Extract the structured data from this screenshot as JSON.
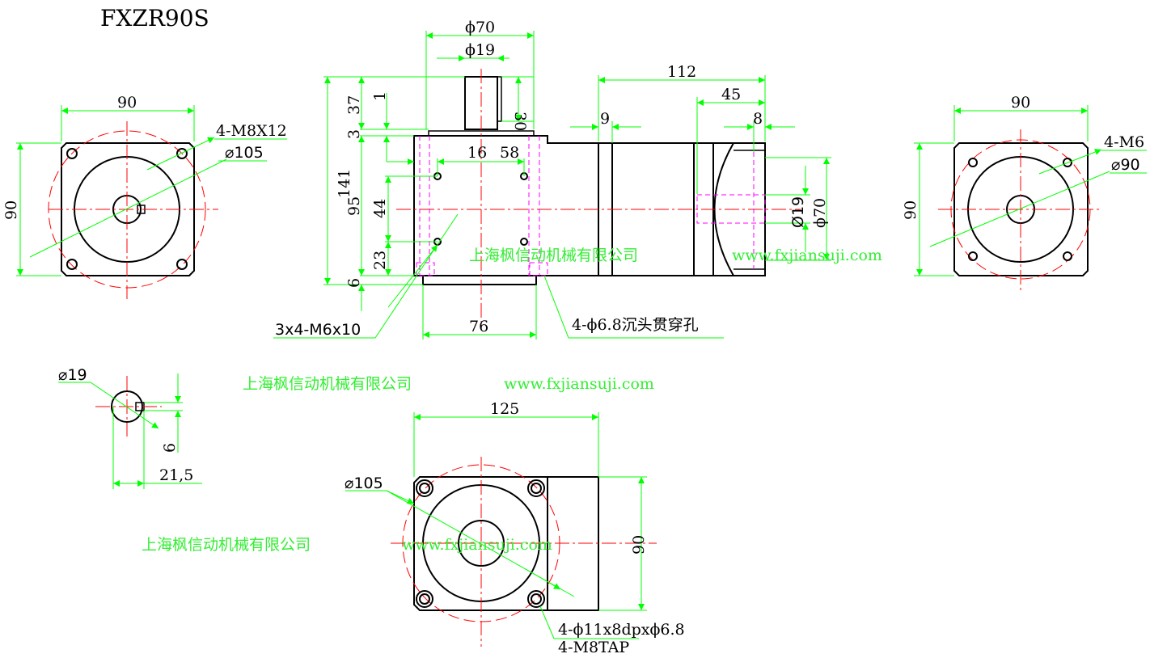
{
  "title": "FXZR90S",
  "watermark": {
    "company": "上海枫信动机械有限公司",
    "url": "www.fxjiansuji.com"
  },
  "left_view": {
    "width": "90",
    "height": "90",
    "thread": "4-M8X12",
    "pcd": "⌀105"
  },
  "front_view": {
    "d70": "ϕ70",
    "d19": "ϕ19",
    "d112": "112",
    "d45": "45",
    "d9": "9",
    "d8": "8",
    "d141": "141",
    "d37": "37",
    "d3": "3",
    "d95": "95",
    "d6": "6",
    "d1": "1",
    "d30": "30",
    "d44": "44",
    "d23": "23",
    "d16": "16",
    "d58": "58",
    "bore19": "Ø19",
    "bore70": "ϕ70",
    "d76": "76",
    "tap": "3x4-M6x10",
    "holes": "4-ϕ6.8沉头贯穿孔"
  },
  "right_view": {
    "width": "90",
    "height": "90",
    "thread": "4-M6",
    "pcd": "⌀90"
  },
  "shaft_section": {
    "dia": "⌀19",
    "key": "6",
    "height": "21,5"
  },
  "bottom_view": {
    "width": "125",
    "height": "90",
    "pcd": "⌀105",
    "holes": "4-ϕ11x8dpxϕ6.8",
    "tap": "4-M8TAP"
  },
  "colors": {
    "dimension": "#00ff00",
    "centerline": "#ff0000",
    "hidden": "#ff00ff",
    "watermark": "#33ee33"
  }
}
